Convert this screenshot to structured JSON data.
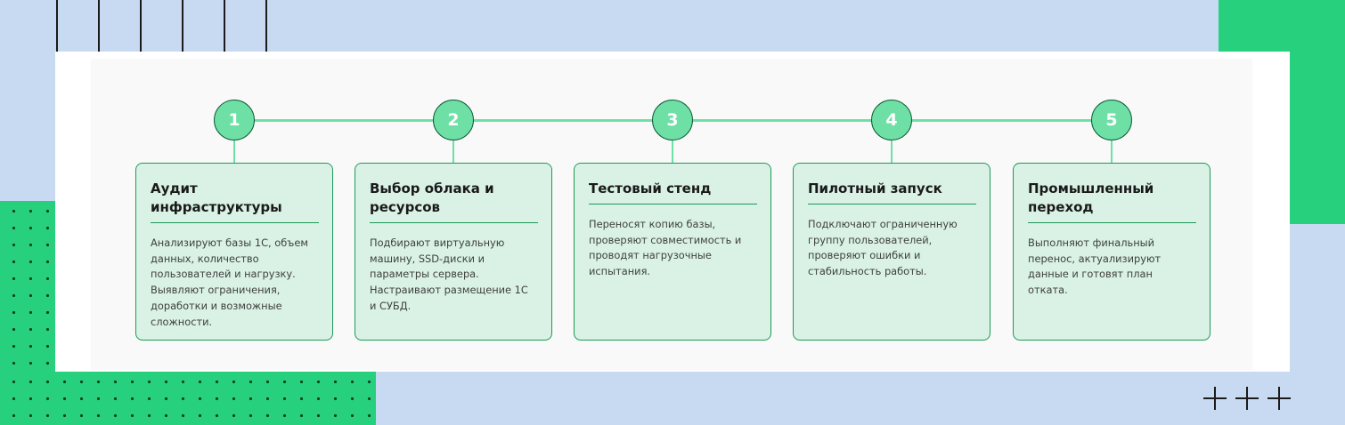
{
  "steps": [
    {
      "number": "1",
      "title": "Аудит инфраструктуры",
      "lines": [
        "Анализируют базы 1С, объем",
        "данных, количество",
        "пользователей и нагрузку.",
        "Выявляют ограничения,",
        "доработки и возможные",
        "сложности."
      ]
    },
    {
      "number": "2",
      "title": "Выбор облака и ресурсов",
      "lines": [
        "Подбирают виртуальную",
        "машину, SSD-диски и",
        "параметры сервера.",
        "Настраивают размещение 1С",
        "и СУБД."
      ]
    },
    {
      "number": "3",
      "title": "Тестовый стенд",
      "lines": [
        "Переносят копию базы,",
        "проверяют совместимость и",
        "проводят нагрузочные",
        "испытания."
      ]
    },
    {
      "number": "4",
      "title": "Пилотный запуск",
      "lines": [
        "Подключают ограниченную",
        "группу пользователей,",
        "проверяют ошибки и",
        "стабильность работы."
      ]
    },
    {
      "number": "5",
      "title": "Промышленный переход",
      "lines": [
        "Выполняют финальный",
        "перенос, актуализируют",
        "данные и готовят план",
        "отката."
      ]
    }
  ],
  "colors": {
    "accent": "#26d07c",
    "circle_fill": "#6ee0a6",
    "card_fill": "#d9f2e5",
    "card_border": "#1e9a58",
    "background": "#c8daf2"
  }
}
